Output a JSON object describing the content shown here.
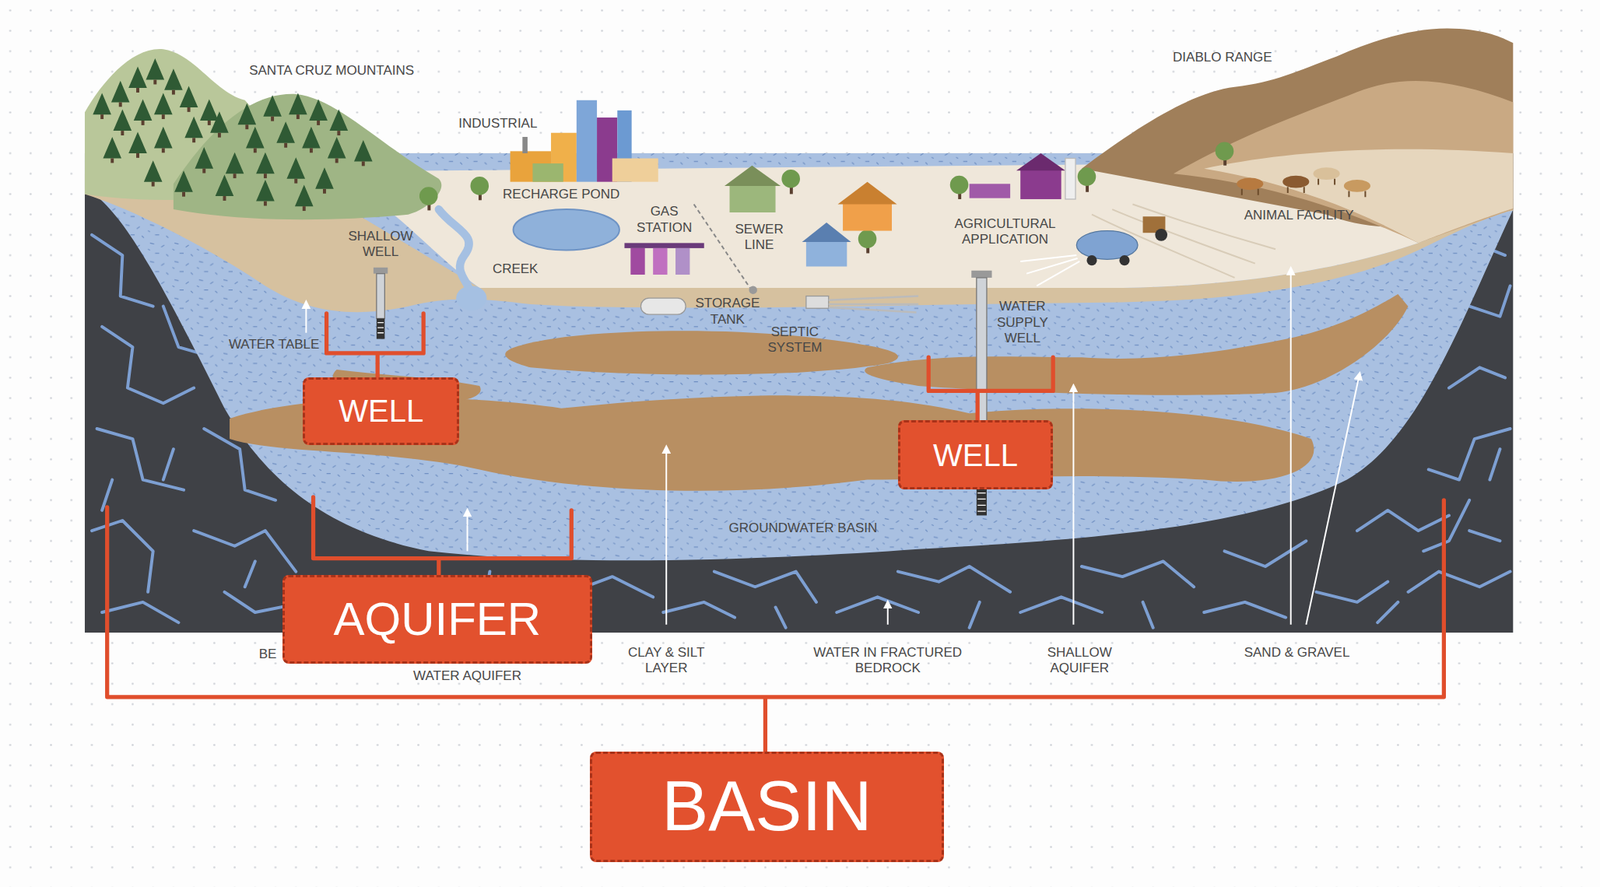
{
  "diagram": {
    "nodes": [
      {
        "text": [
          "WELL"
        ]
      },
      {
        "text": [
          "WELL"
        ]
      },
      {
        "text": [
          "AQUIFER"
        ]
      },
      {
        "text": [
          "BASIN"
        ]
      }
    ],
    "labels": [
      "SANTA CRUZ MOUNTAINS",
      "DIABLO RANGE",
      "INDUSTRIAL",
      "RECHARGE POND",
      "GAS STATION",
      "SEWER LINE",
      "ANIMAL FACILITY",
      "AGRICULTURAL APPLICATION",
      "SHALLOW WELL",
      "CREEK",
      "STORAGE TANK",
      "WATER SUPPLY WELL",
      "SEPTIC SYSTEM",
      "WATER TABLE",
      "GROUNDWATER BASIN",
      "BE",
      "WATER AQUIFER",
      "CLAY & SILT LAYER",
      "WATER IN FRACTURED BEDROCK",
      "SHALLOW AQUIFER",
      "SAND & GRAVEL"
    ]
  }
}
